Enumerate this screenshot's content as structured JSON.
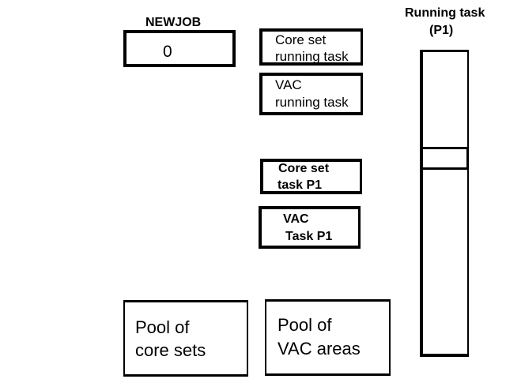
{
  "newjob": {
    "title": "NEWJOB",
    "value": "0"
  },
  "running_boxes": [
    {
      "line1": "Core set",
      "line2": "running task"
    },
    {
      "line1": "VAC",
      "line2": "running task"
    }
  ],
  "p1_boxes": [
    {
      "line1": "Core set",
      "line2": "task P1"
    },
    {
      "line1": "VAC",
      "line2": "Task P1"
    }
  ],
  "pools": [
    {
      "line1": "Pool of",
      "line2": "core sets"
    },
    {
      "line1": "Pool of",
      "line2": "VAC areas"
    }
  ],
  "running_queue": {
    "title_line1": "Running task",
    "title_line2": "(P1)"
  }
}
